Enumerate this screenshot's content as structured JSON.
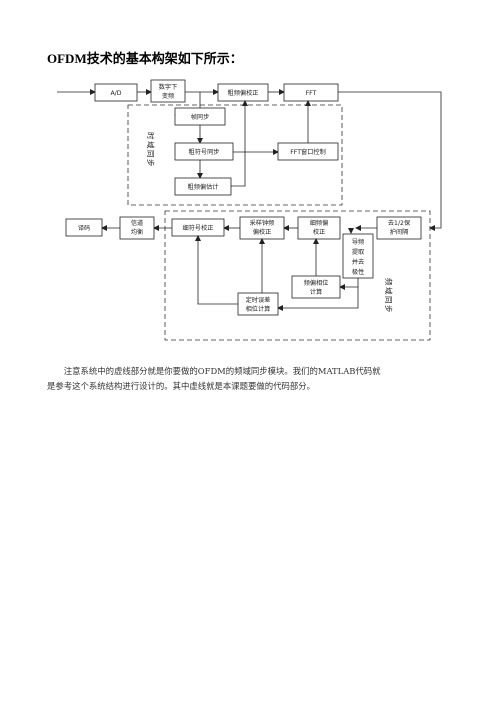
{
  "heading": "OFDM技术的基本构架如下所示：",
  "diagram": {
    "blocks": {
      "ad": "A/D",
      "digital_down_1": "数字下",
      "digital_down_2": "变频",
      "coarse_freq_correct": "粗频偏校正",
      "fft": "FFT",
      "freq_sync": "帧同步",
      "coarse_symbol_sync": "粗符号同步",
      "fft_window": "FFT窗口控制",
      "coarse_freq_est": "粗频偏估计",
      "decode": "译码",
      "channel_eq_1": "信道",
      "channel_eq_2": "均衡",
      "fine_symbol_correct": "细符号校正",
      "sampling_clock_1": "采样钟频",
      "sampling_clock_2": "偏校正",
      "fine_freq_1": "细频偏",
      "fine_freq_2": "校正",
      "remove_guard_1": "去1/2保",
      "remove_guard_2": "护间隔",
      "pilot_1": "导频",
      "pilot_2": "提取",
      "pilot_3": "并去",
      "pilot_4": "极性",
      "freq_phase_1": "频偏相位",
      "freq_phase_2": "计算",
      "timing_1": "定时误差",
      "timing_2": "相位计算"
    },
    "time_domain_label": "时域同步",
    "freq_domain_label": "频域同步"
  },
  "paragraph": {
    "line1": "注意系统中的虚线部分就是你要做的OFDM的频域同步模块。我们的MATLAB代码就",
    "line2": "是参考这个系统结构进行设计的。其中虚线就是本课题要做的代码部分。"
  }
}
